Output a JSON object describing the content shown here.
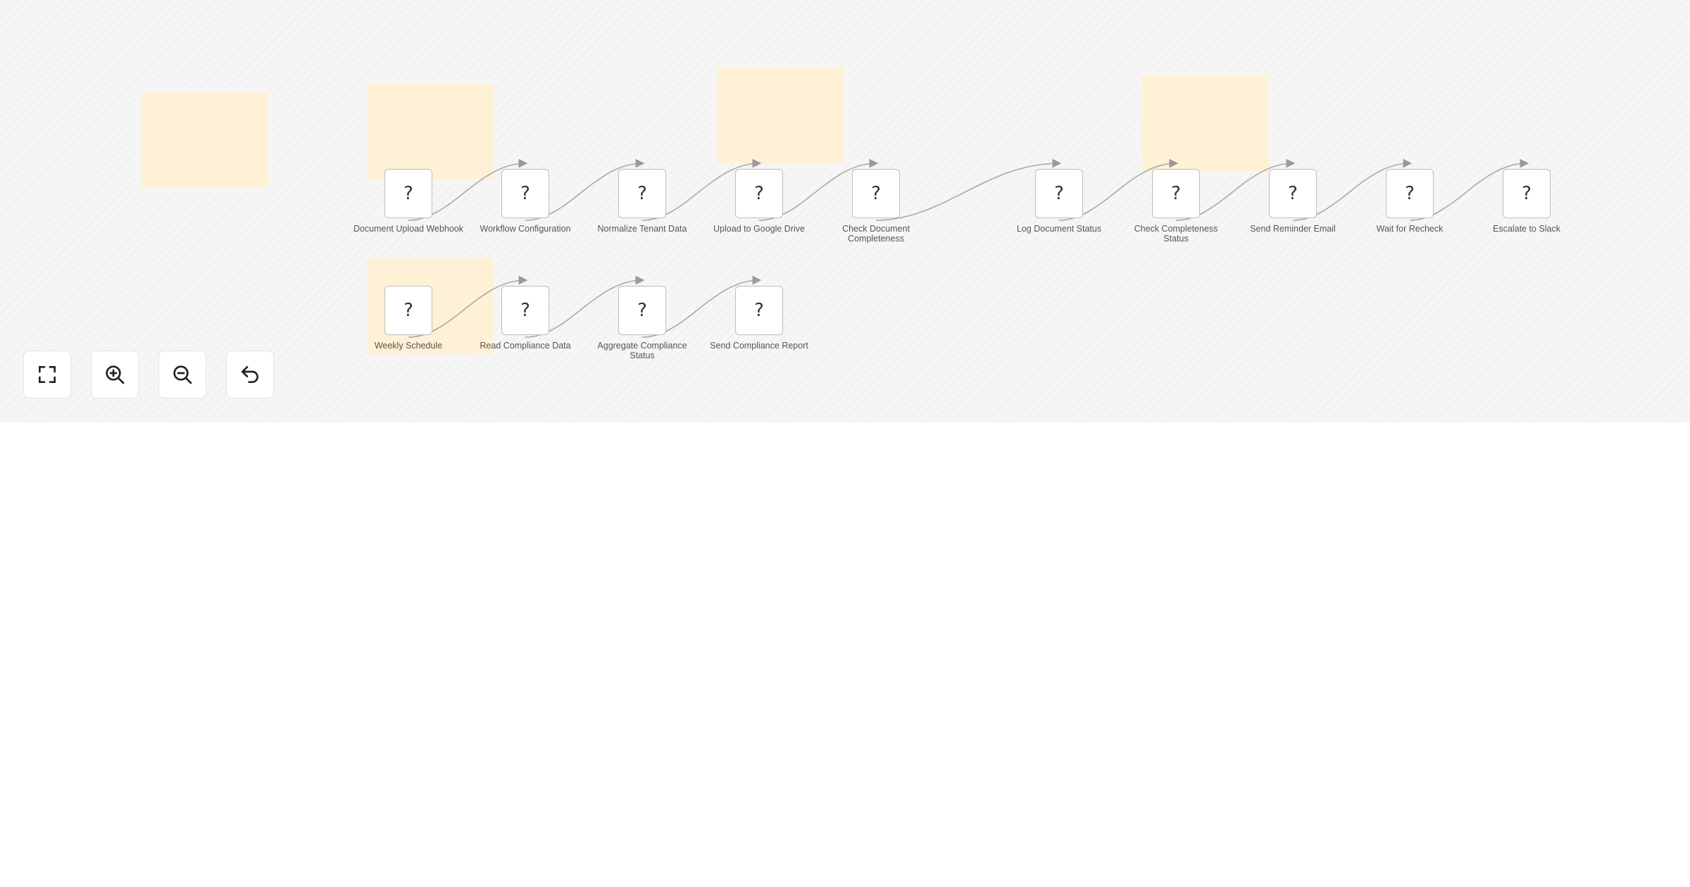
{
  "canvas": {
    "background_color": "#f6f6f6",
    "sticky_color": "#fff1d3"
  },
  "nodes": [
    {
      "label": "Document Upload Webhook",
      "icon": "?"
    },
    {
      "label": "Workflow Configuration",
      "icon": "?"
    },
    {
      "label": "Normalize Tenant Data",
      "icon": "?"
    },
    {
      "label": "Upload to Google Drive",
      "icon": "?"
    },
    {
      "label": "Check Document Completeness",
      "icon": "?"
    },
    {
      "label": "Log Document Status",
      "icon": "?"
    },
    {
      "label": "Check Completeness Status",
      "icon": "?"
    },
    {
      "label": "Send Reminder Email",
      "icon": "?"
    },
    {
      "label": "Wait for Recheck",
      "icon": "?"
    },
    {
      "label": "Escalate to Slack",
      "icon": "?"
    },
    {
      "label": "Weekly Schedule",
      "icon": "?"
    },
    {
      "label": "Read Compliance Data",
      "icon": "?"
    },
    {
      "label": "Aggregate Compliance Status",
      "icon": "?"
    },
    {
      "label": "Send Compliance Report",
      "icon": "?"
    }
  ],
  "controls": {
    "fit_view": "fit-view-icon",
    "zoom_in": "zoom-in-icon",
    "zoom_out": "zoom-out-icon",
    "reset": "undo-icon"
  }
}
